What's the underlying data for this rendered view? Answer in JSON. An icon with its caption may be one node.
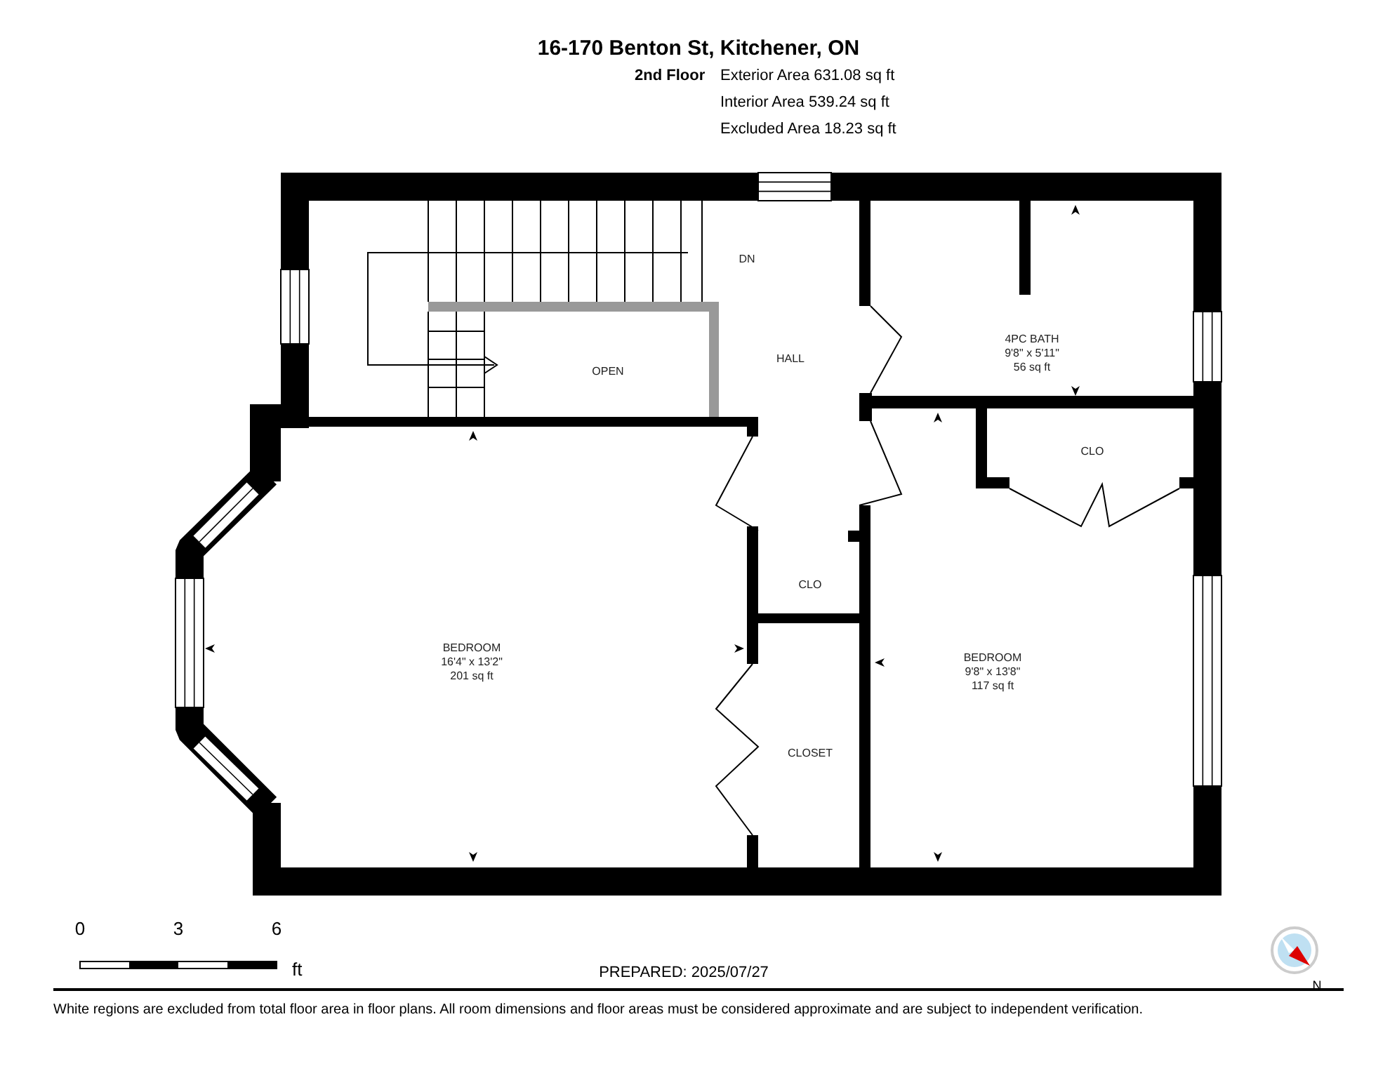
{
  "diagram": {
    "title": "16-170 Benton St, Kitchener, ON",
    "labels": [
      "2nd Floor",
      "Exterior Area 631.08 sq ft",
      "Interior Area 539.24 sq ft",
      "Excluded Area 18.23 sq ft",
      "DN",
      "OPEN",
      "HALL",
      "4PC BATH",
      "9'8\" x 5'11\"",
      "56 sq ft",
      "CLO",
      "CLO",
      "BEDROOM",
      "16'4\" x 13'2\"",
      "201 sq ft",
      "CLOSET",
      "BEDROOM",
      "9'8\" x 13'8\"",
      "117 sq ft",
      "0",
      "3",
      "6",
      "ft",
      "PREPARED: 2025/07/27",
      "N",
      "White regions are excluded from total floor area in floor plans. All room dimensions and floor areas must be considered approximate and are subject to independent verification."
    ]
  }
}
